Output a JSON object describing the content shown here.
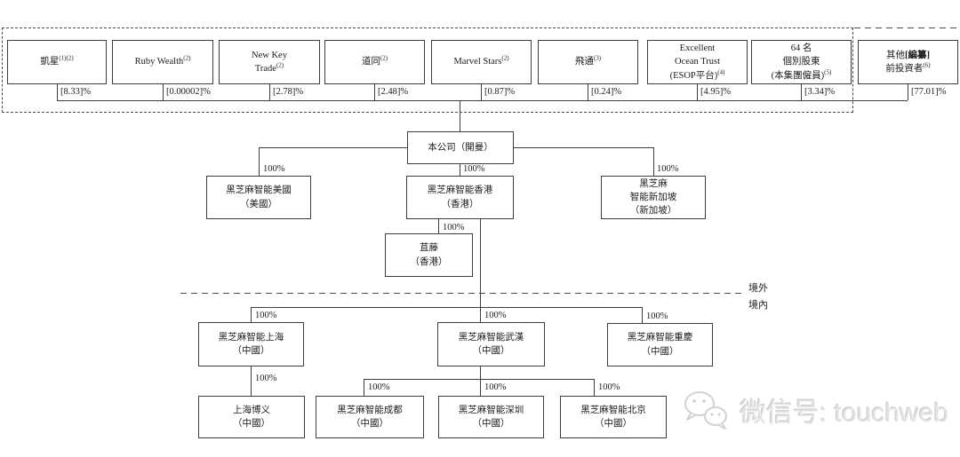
{
  "regions": {
    "offshore": "境外",
    "onshore": "境內"
  },
  "shareholders": [
    {
      "lines": [
        {
          "text": "凱星",
          "sup": "(1)(2)"
        }
      ],
      "pct": "[8.33]%"
    },
    {
      "lines": [
        {
          "text": "Ruby Wealth",
          "sup": "(2)"
        }
      ],
      "pct": "[0.00002]%"
    },
    {
      "lines": [
        {
          "text": "New Key"
        },
        {
          "text": "Trade",
          "sup": "(2)"
        }
      ],
      "pct": "[2.78]%"
    },
    {
      "lines": [
        {
          "text": "道同",
          "sup": "(2)"
        }
      ],
      "pct": "[2.48]%"
    },
    {
      "lines": [
        {
          "text": "Marvel Stars",
          "sup": "(2)"
        }
      ],
      "pct": "[0.87]%"
    },
    {
      "lines": [
        {
          "text": "飛通",
          "sup": "(3)"
        }
      ],
      "pct": "[0.24]%"
    },
    {
      "lines": [
        {
          "text": "Excellent"
        },
        {
          "text": "Ocean Trust"
        },
        {
          "text": "(ESOP平台)",
          "sup": "(4)"
        }
      ],
      "pct": "[4.95]%"
    },
    {
      "lines": [
        {
          "text": "64 名"
        },
        {
          "text": "個別股東"
        },
        {
          "text": "(本集團僱員)",
          "sup": "(5)"
        }
      ],
      "pct": "[3.34]%"
    },
    {
      "lines": [
        {
          "text": "其他",
          "bold": "[編纂]"
        },
        {
          "text": "前投資者",
          "sup": "(6)"
        }
      ],
      "pct": "[77.01]%"
    }
  ],
  "company": {
    "lines": [
      {
        "text": "本公司（開曼）"
      }
    ]
  },
  "subsidiaries": {
    "us": {
      "lines": [
        {
          "text": "黑芝麻智能美國"
        },
        {
          "text": "（美國）"
        }
      ],
      "pct": "100%"
    },
    "hk": {
      "lines": [
        {
          "text": "黑芝麻智能香港"
        },
        {
          "text": "（香港）"
        }
      ],
      "pct": "100%"
    },
    "sg": {
      "lines": [
        {
          "text": "黑芝麻"
        },
        {
          "text": "智能新加坡"
        },
        {
          "text": "（新加坡）"
        }
      ],
      "pct": "100%"
    },
    "hk2": {
      "lines": [
        {
          "text": "苴藤"
        },
        {
          "text": "（香港）"
        }
      ],
      "pct": "100%"
    },
    "shanghai": {
      "lines": [
        {
          "text": "黑芝麻智能上海"
        },
        {
          "text": "（中國）"
        }
      ],
      "pct": "100%"
    },
    "wuhan": {
      "lines": [
        {
          "text": "黑芝麻智能武漢"
        },
        {
          "text": "（中國）"
        }
      ],
      "pct": "100%"
    },
    "chongqing": {
      "lines": [
        {
          "text": "黑芝麻智能重慶"
        },
        {
          "text": "（中國）"
        }
      ],
      "pct": "100%"
    },
    "boyi": {
      "lines": [
        {
          "text": "上海博义"
        },
        {
          "text": "（中國）"
        }
      ],
      "pct": "100%"
    },
    "chengdu": {
      "lines": [
        {
          "text": "黑芝麻智能成都"
        },
        {
          "text": "（中國）"
        }
      ],
      "pct": "100%"
    },
    "shenzhen": {
      "lines": [
        {
          "text": "黑芝麻智能深圳"
        },
        {
          "text": "（中國）"
        }
      ],
      "pct": "100%"
    },
    "beijing": {
      "lines": [
        {
          "text": "黑芝麻智能北京"
        },
        {
          "text": "（中國）"
        }
      ],
      "pct": "100%"
    }
  },
  "watermark": {
    "label": "微信号: touchweb"
  },
  "colors": {
    "line": "#3d3d3d",
    "background": "#ffffff",
    "watermark": "#e2e2e2"
  }
}
